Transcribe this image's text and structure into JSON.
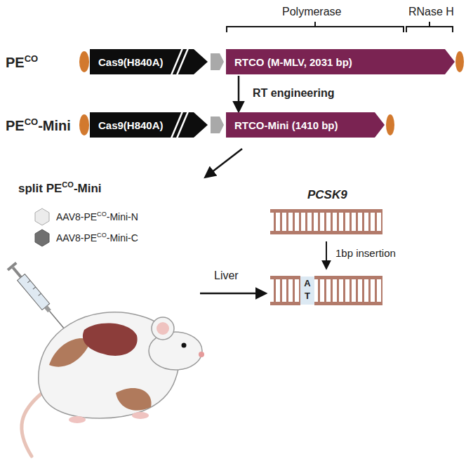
{
  "diagram": {
    "nodes": [
      {
        "text": [
          "Cas9(H840A)"
        ]
      },
      {
        "text": [
          "RT",
          "CO",
          "(M-MLV, 2031 bp)"
        ]
      },
      {
        "text": [
          "Cas9(H840A)"
        ]
      },
      {
        "text": [
          "RT",
          "CO",
          "-Mini (1410 bp)"
        ]
      }
    ],
    "edges": [
      {
        "from": 1,
        "to": 3,
        "arrow": "to",
        "label": "RT engineering"
      }
    ],
    "labels": [
      "Polymerase",
      "RNase H",
      "PE",
      "CO",
      "PE",
      "CO",
      "-Mini",
      "split PE",
      "CO",
      "-Mini",
      "AAV8-PE",
      "CO",
      "-Mini-N",
      "AAV8-PE",
      "CO",
      "-Mini-C",
      "Liver",
      "PCSK9",
      "1bp insertion",
      "A",
      "T"
    ]
  }
}
